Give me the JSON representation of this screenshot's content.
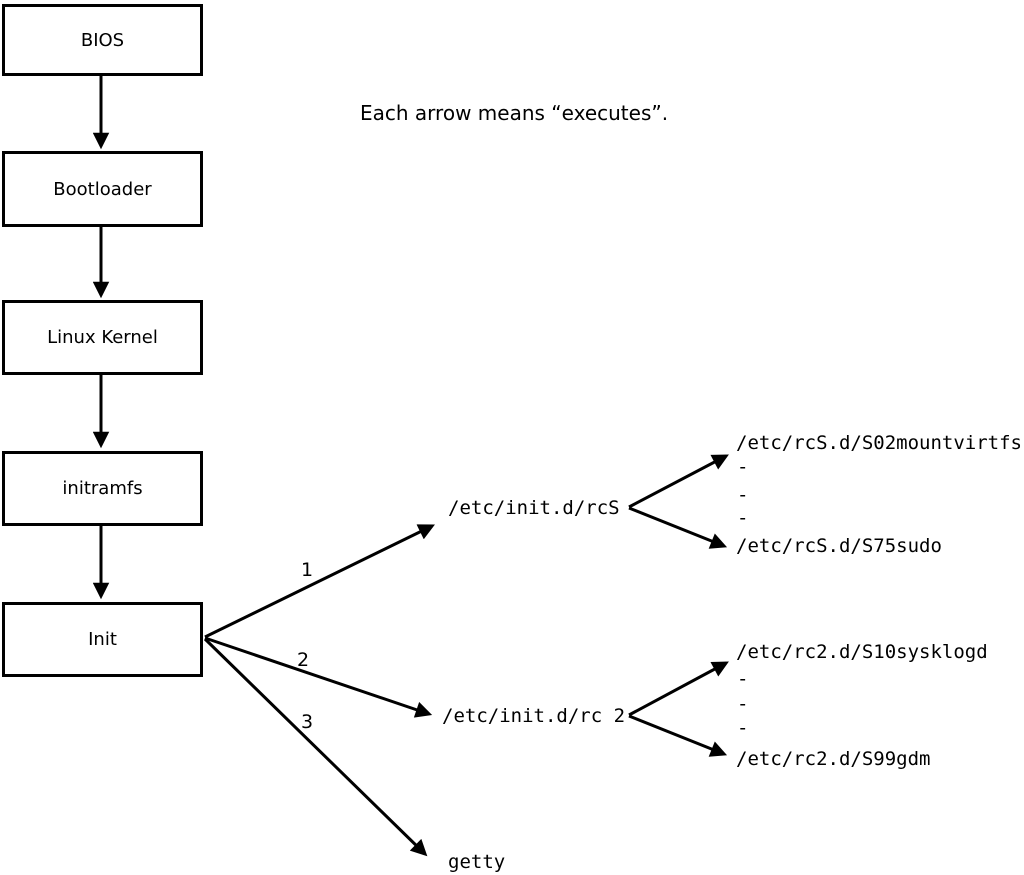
{
  "note": "Each arrow means “executes”.",
  "nodes": [
    {
      "label": "BIOS"
    },
    {
      "label": "Bootloader"
    },
    {
      "label": "Linux Kernel"
    },
    {
      "label": "initramfs"
    },
    {
      "label": "Init"
    }
  ],
  "init_edges": [
    {
      "label": "1",
      "target": "/etc/init.d/rcS"
    },
    {
      "label": "2",
      "target": "/etc/init.d/rc 2"
    },
    {
      "label": "3",
      "target": "getty"
    }
  ],
  "rcs_scripts": {
    "first": "/etc/rcS.d/S02mountvirtfs",
    "ellipsis": [
      "-",
      "-",
      "-"
    ],
    "last": "/etc/rcS.d/S75sudo"
  },
  "rc2_scripts": {
    "first": "/etc/rc2.d/S10sysklogd",
    "ellipsis": [
      "-",
      "-",
      "-"
    ],
    "last": "/etc/rc2.d/S99gdm"
  },
  "colors": {
    "background": "#ffffff",
    "line": "#000000",
    "text": "#000000"
  }
}
